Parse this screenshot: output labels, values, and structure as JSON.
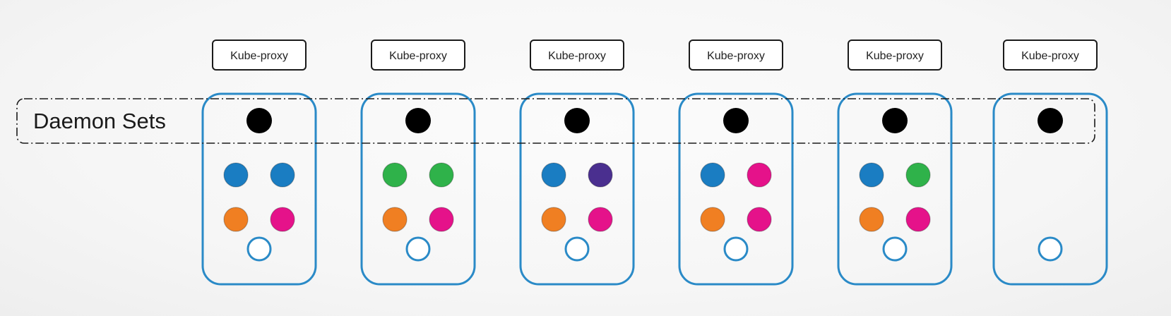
{
  "daemon_set": {
    "label": "Daemon Sets"
  },
  "colors": {
    "node_border": "#2a8ac7",
    "daemon_pod": "#000000",
    "blue": "#1a7dc2",
    "green": "#2fb24a",
    "orange": "#f07f22",
    "pink": "#e5128a",
    "purple": "#4a2f8f",
    "empty": "#ffffff"
  },
  "nodes": [
    {
      "proxy_label": "Kube-proxy",
      "pods": [
        "blue",
        "blue",
        "orange",
        "pink"
      ]
    },
    {
      "proxy_label": "Kube-proxy",
      "pods": [
        "green",
        "green",
        "orange",
        "pink"
      ]
    },
    {
      "proxy_label": "Kube-proxy",
      "pods": [
        "blue",
        "purple",
        "orange",
        "pink"
      ]
    },
    {
      "proxy_label": "Kube-proxy",
      "pods": [
        "blue",
        "pink",
        "orange",
        "pink"
      ]
    },
    {
      "proxy_label": "Kube-proxy",
      "pods": [
        "blue",
        "green",
        "orange",
        "pink"
      ]
    },
    {
      "proxy_label": "Kube-proxy",
      "pods": []
    }
  ]
}
